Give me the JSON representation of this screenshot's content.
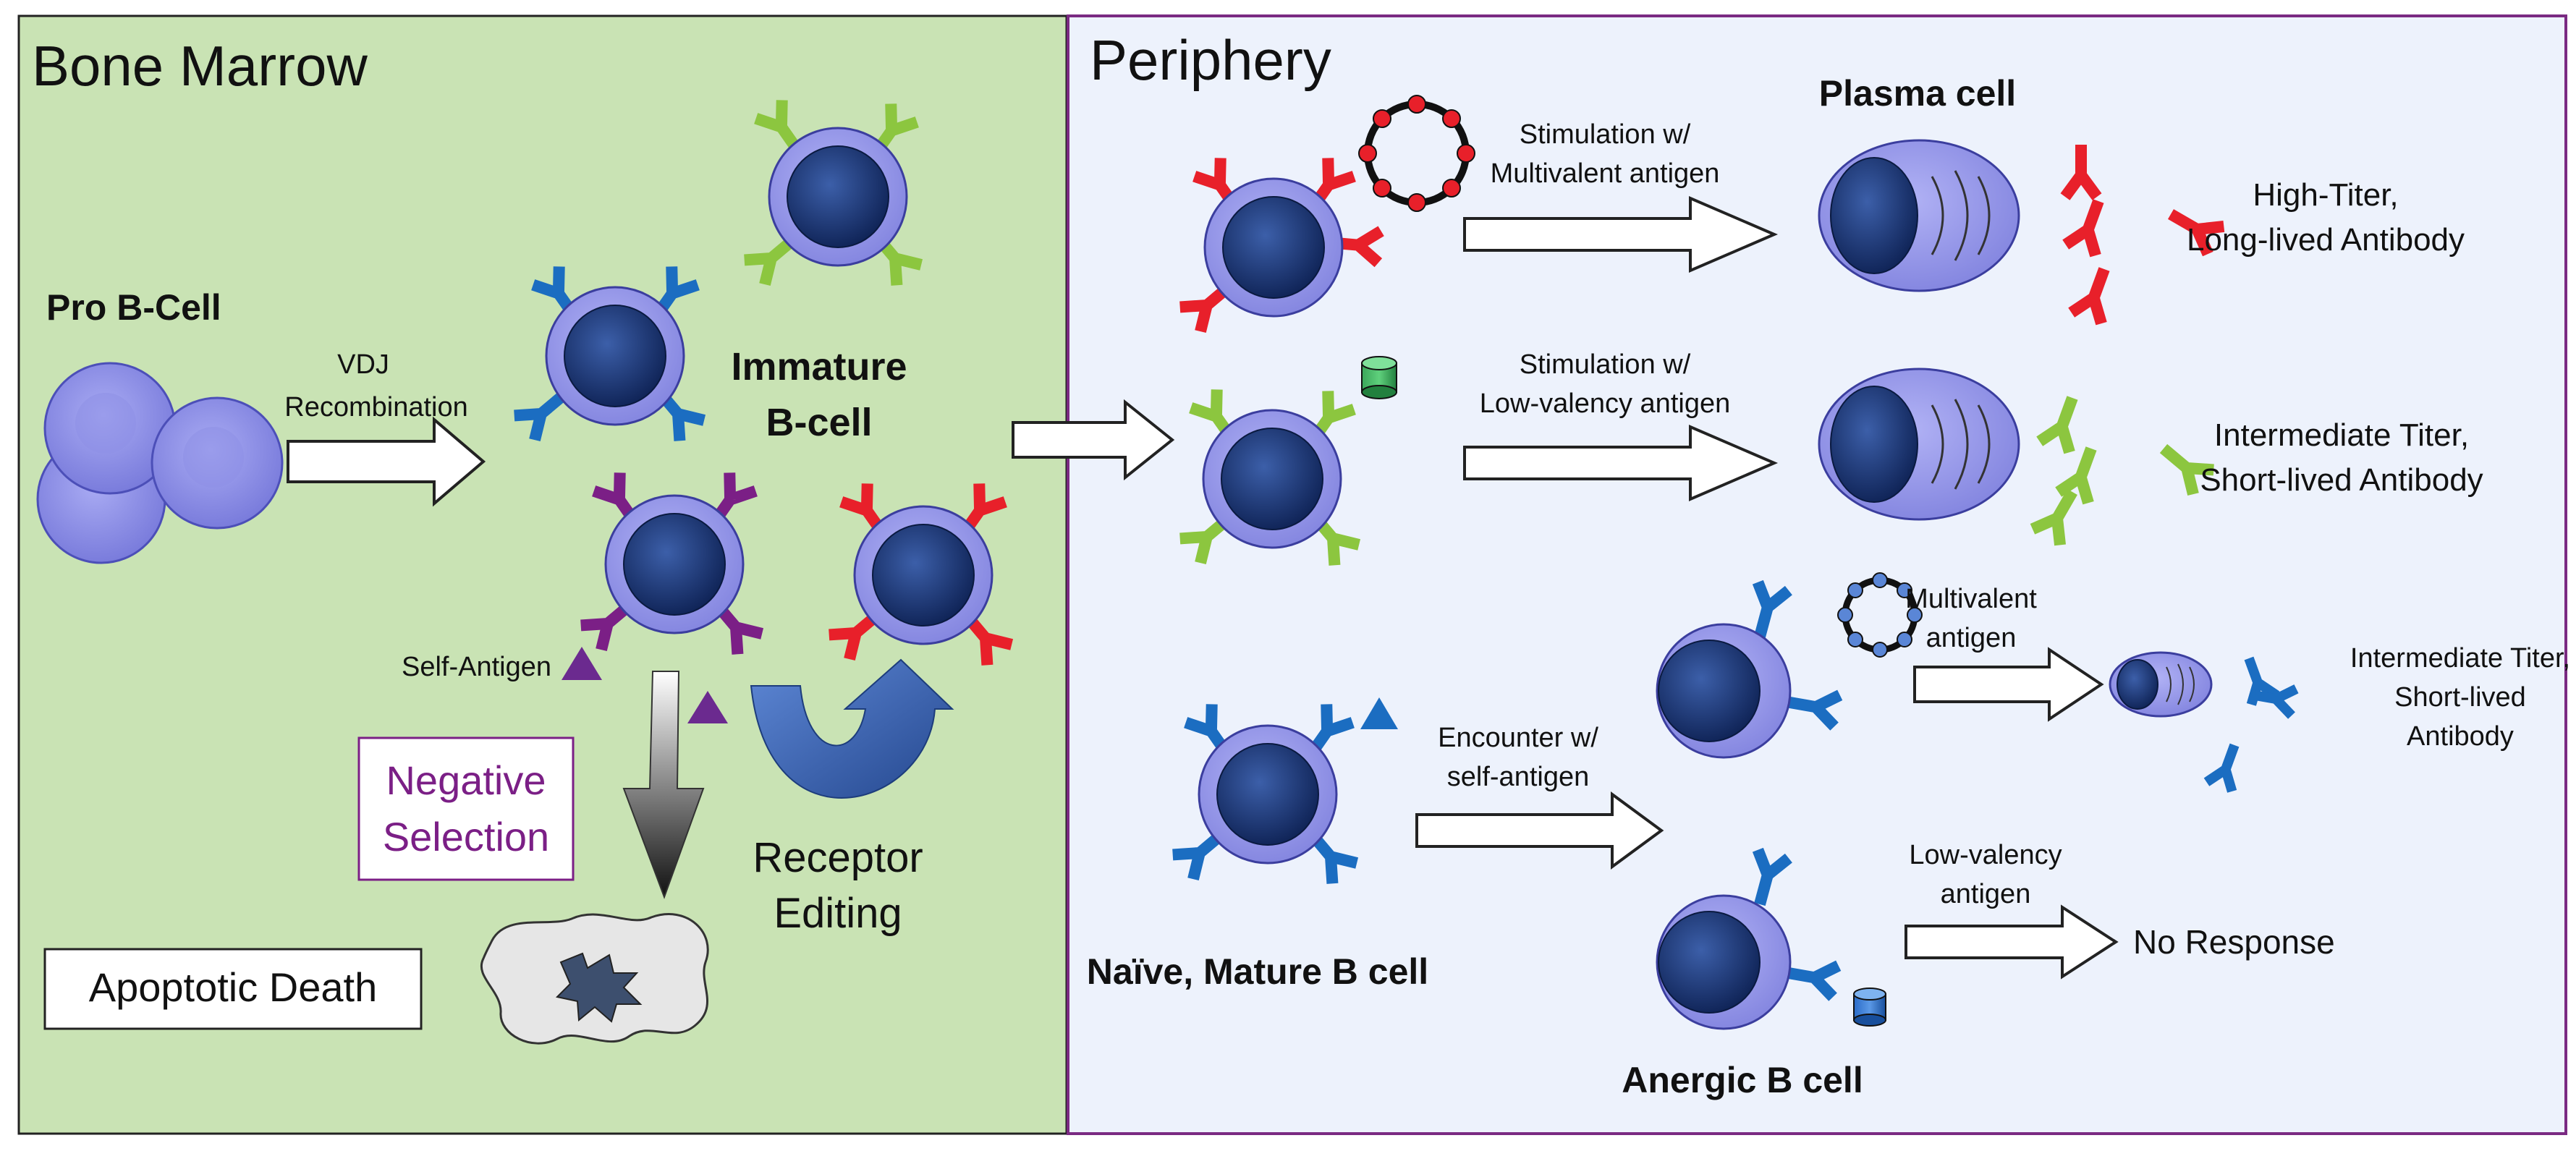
{
  "colors": {
    "bone_marrow_bg": "#c9e3b4",
    "periphery_bg": "#edf2fc",
    "periphery_border": "#7a2a82",
    "cell_outer": "#8f90e6",
    "cell_nucleus": "#1f3a78",
    "receptor_blue": "#1b6dc1",
    "receptor_green": "#8cc63f",
    "receptor_red": "#e8202a",
    "receptor_purple": "#7b1f86",
    "negative_selection_text": "#7b1f86"
  },
  "sections": {
    "bone_marrow": "Bone Marrow",
    "periphery": "Periphery"
  },
  "labels": {
    "pro_b_cell": "Pro B-Cell",
    "vdj_line1": "VDJ",
    "vdj_line2": "Recombination",
    "immature_line1": "Immature",
    "immature_line2": "B-cell",
    "self_antigen": "Self-Antigen",
    "negative_line1": "Negative",
    "negative_line2": "Selection",
    "apoptotic_death": "Apoptotic Death",
    "receptor_line1": "Receptor",
    "receptor_line2": "Editing",
    "stim_multi_line1": "Stimulation w/",
    "stim_multi_line2": "Multivalent antigen",
    "plasma_cell": "Plasma cell",
    "high_titer_line1": "High-Titer,",
    "high_titer_line2": "Long-lived Antibody",
    "stim_low_line1": "Stimulation w/",
    "stim_low_line2": "Low-valency antigen",
    "inter_titer_line1": "Intermediate Titer,",
    "inter_titer_line2": "Short-lived Antibody",
    "multivalent_line1": "Multivalent",
    "multivalent_line2": "antigen",
    "inter_small_line1": "Intermediate Titer,",
    "inter_small_line2": "Short-lived",
    "inter_small_line3": "Antibody",
    "encounter_line1": "Encounter w/",
    "encounter_line2": "self-antigen",
    "naive_mature": "Naïve, Mature B cell",
    "low_valency_line1": "Low-valency",
    "low_valency_line2": "antigen",
    "no_response": "No Response",
    "anergic_b_cell": "Anergic B cell"
  },
  "icons": {
    "cell": "b-cell-icon",
    "antibody": "antibody-y-icon",
    "multivalent_antigen": "ring-antigen-icon",
    "low_valency_antigen": "cylinder-antigen-icon",
    "self_antigen": "triangle-antigen-icon",
    "apoptotic": "apoptotic-cell-icon",
    "plasma": "plasma-cell-icon"
  }
}
